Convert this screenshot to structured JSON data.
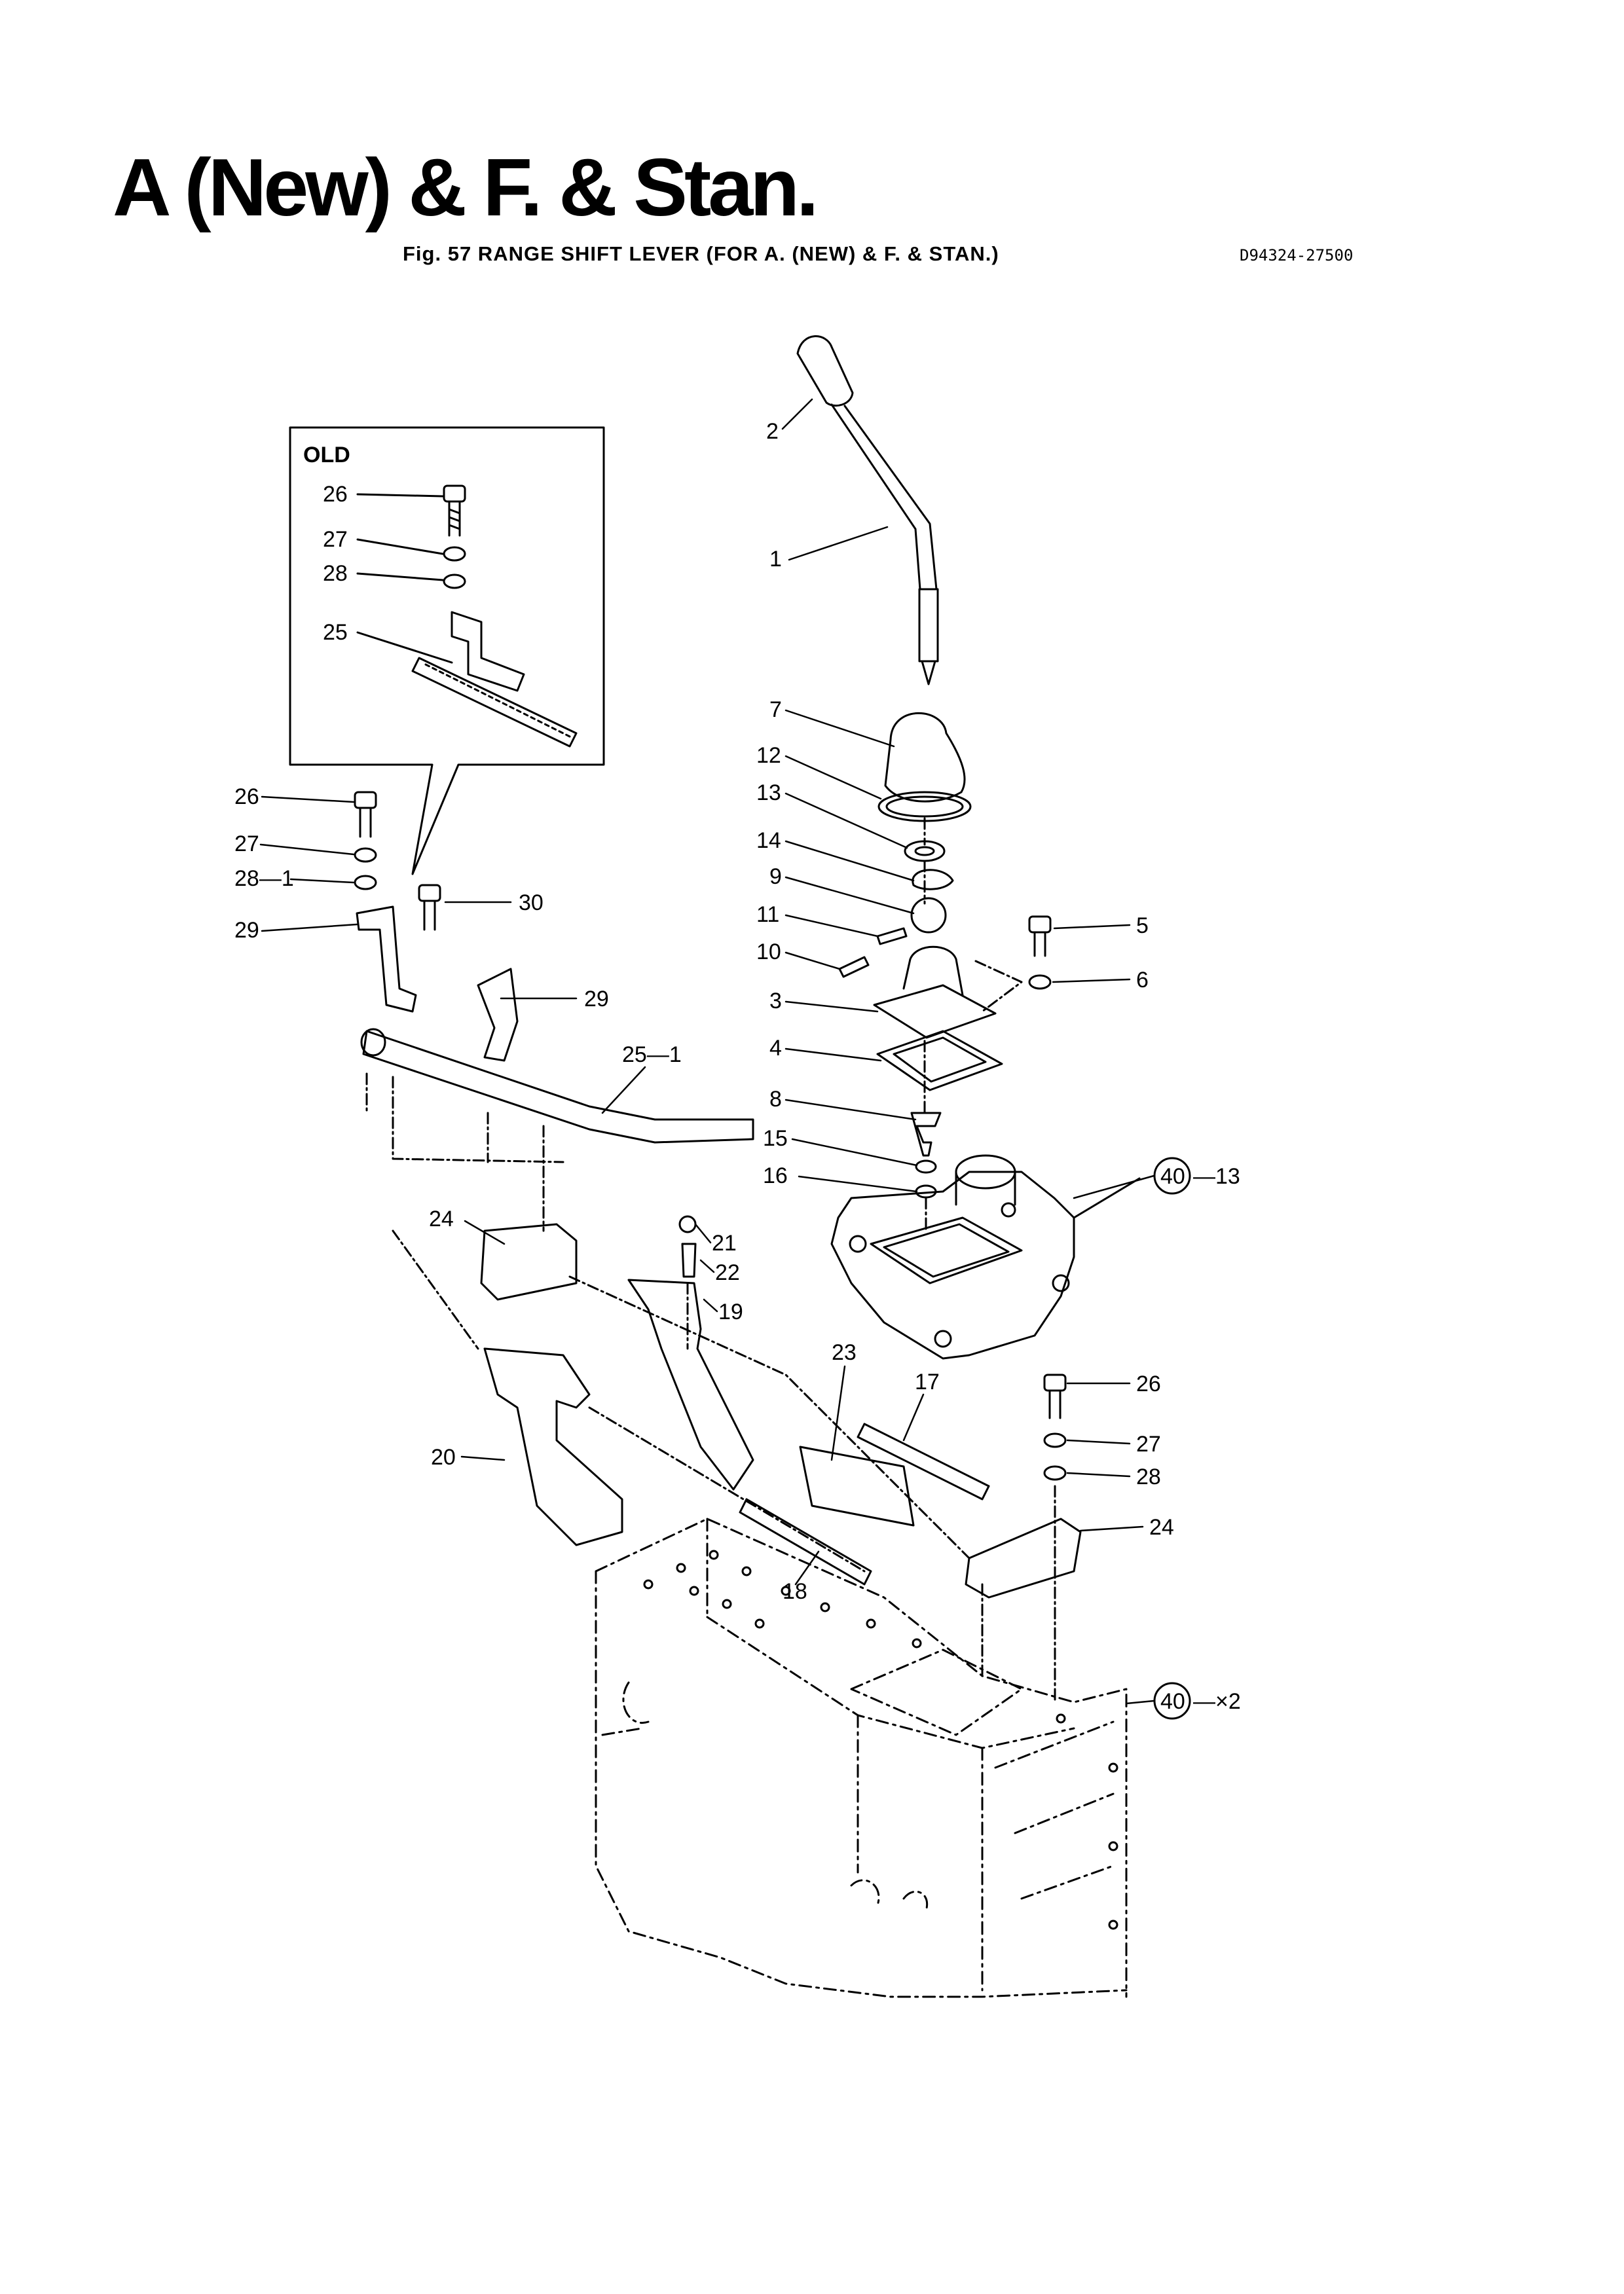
{
  "title": "A (New) & F. & Stan.",
  "caption": "Fig. 57  RANGE SHIFT LEVER (FOR A. (NEW) & F. & STAN.)",
  "code": "D94324-27500",
  "inset": {
    "label": "OLD"
  },
  "callouts": {
    "c2": "2",
    "c1": "1",
    "c7": "7",
    "c12": "12",
    "c13": "13",
    "c14": "14",
    "c9": "9",
    "c11": "11",
    "c10": "10",
    "c3": "3",
    "c4": "4",
    "c8": "8",
    "c15": "15",
    "c16": "16",
    "c5": "5",
    "c6": "6",
    "c40a": "40",
    "c40a_suffix": "—13",
    "c26o": "26",
    "c27o": "27",
    "c28o": "28",
    "c25o": "25",
    "c26": "26",
    "c27": "27",
    "c28_1": "28—1",
    "c29": "29",
    "c30": "30",
    "c29b": "29",
    "c25_1": "25—1",
    "c24": "24",
    "c21": "21",
    "c22": "22",
    "c19": "19",
    "c23": "23",
    "c17": "17",
    "c20": "20",
    "c18": "18",
    "c26r": "26",
    "c27r": "27",
    "c28r": "28",
    "c24r": "24",
    "c40b": "40",
    "c40b_suffix": "—×2"
  }
}
